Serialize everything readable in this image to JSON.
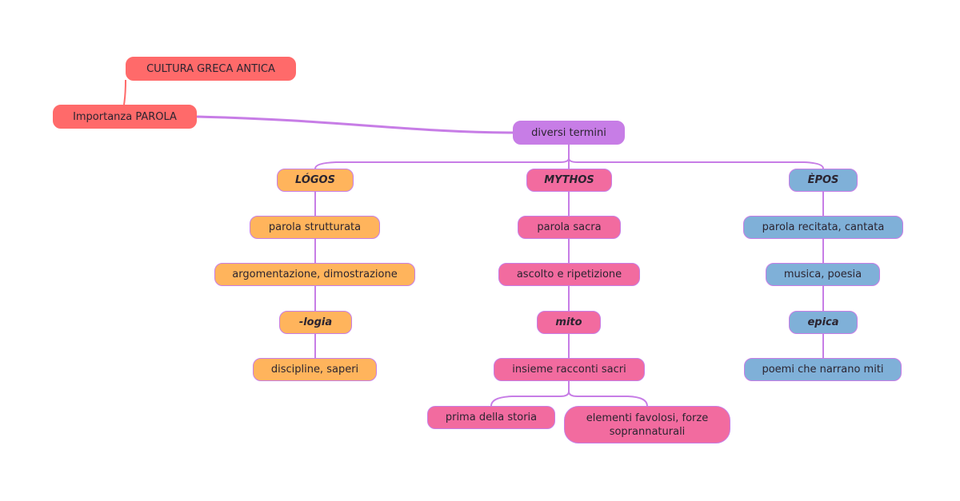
{
  "nodes": {
    "cultura": "CULTURA GRECA ANTICA",
    "importanza": "Importanza PAROLA",
    "termini": "diversi termini",
    "logos": "LÓGOS",
    "mythos": "MYTHOS",
    "epos": "ÈPOS",
    "logos_1": "parola strutturata",
    "logos_2": "argomentazione, dimostrazione",
    "logos_3": "-logia",
    "logos_4": "discipline, saperi",
    "mythos_1": "parola sacra",
    "mythos_2": "ascolto e ripetizione",
    "mythos_3": "mito",
    "mythos_4": "insieme racconti sacri",
    "mythos_5a": "prima della storia",
    "mythos_5b": "elementi favolosi, forze soprannaturali",
    "epos_1": "parola recitata, cantata",
    "epos_2": "musica, poesia",
    "epos_3": "epica",
    "epos_4": "poemi che narrano miti"
  },
  "colors": {
    "root": "#ff6a6a",
    "hub": "#c77de6",
    "logos": "#ffb45c",
    "mythos": "#f26b9f",
    "epos": "#7fb0d8",
    "connector": "#c77de6"
  }
}
